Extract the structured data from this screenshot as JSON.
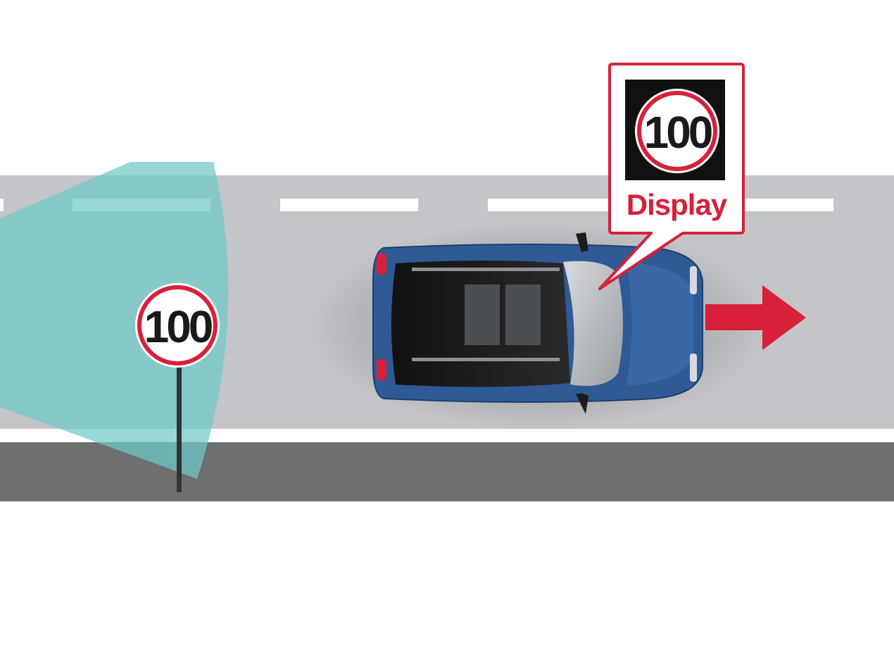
{
  "road_sign": {
    "speed": "100"
  },
  "callout": {
    "speed": "100",
    "label": "Display"
  },
  "colors": {
    "road": "#c4c5c8",
    "shoulder": "#6e6f71",
    "lane_marking": "#ffffff",
    "sensor_zone": "#6fc9c8",
    "accent_red": "#d8203a",
    "car_body": "#2f5a96",
    "display_bg": "#111111"
  },
  "icons": {
    "vehicle": "car-top-view-icon",
    "direction": "arrow-right-icon",
    "sign": "speed-limit-sign-icon"
  }
}
